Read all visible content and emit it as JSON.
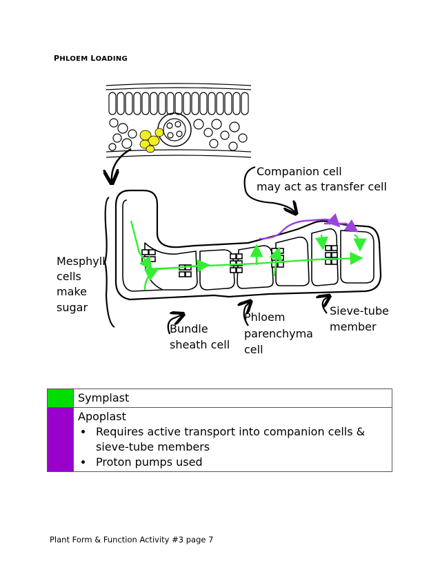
{
  "heading": "Phloem Loading",
  "heading_parts": {
    "first_initial": "P",
    "first_rest": "HLOEM",
    "second_initial": "L",
    "second_rest": "OADING"
  },
  "diagram": {
    "labels": {
      "companion_cell_1": "Companion cell",
      "companion_cell_2": "may act as transfer cell",
      "mesophyll_1": "Mesphyll",
      "mesophyll_2": "cells",
      "mesophyll_3": "make",
      "mesophyll_4": "sugar",
      "bundle_1": "Bundle",
      "bundle_2": "sheath cell",
      "phloem_1": "Phloem",
      "phloem_2": "parenchyma",
      "phloem_3": "cell",
      "sieve_1": "Sieve-tube",
      "sieve_2": "member"
    },
    "colors": {
      "symplast_arrow": "#33ee33",
      "apoplast_arrow": "#9a44dd",
      "bundle_sheath_highlight": "#f2ee22"
    }
  },
  "legend": {
    "rows": [
      {
        "color": "#00dd00",
        "title": "Symplast",
        "bullets": []
      },
      {
        "color": "#9900cc",
        "title": "Apoplast",
        "bullets": [
          "Requires active transport into companion cells & sieve-tube members",
          "Proton pumps used"
        ]
      }
    ]
  },
  "footer": "Plant Form & Function Activity #3 page 7"
}
